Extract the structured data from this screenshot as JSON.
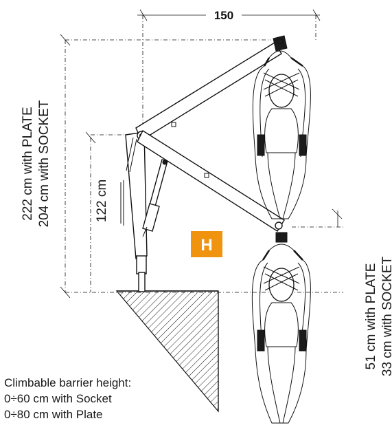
{
  "dimensions": {
    "reach": "150",
    "height_total_plate": "222 cm with PLATE",
    "height_total_socket": "204 cm with SOCKET",
    "mast_height": "122 cm",
    "depth_plate": "51 cm with PLATE",
    "depth_socket": "33 cm with SOCKET"
  },
  "badge": {
    "label": "H",
    "color": "#f0930f"
  },
  "barrier_note": {
    "title": "Climbable barrier height:",
    "socket": "0÷60 cm with Socket",
    "plate": "0÷80 cm with Plate"
  }
}
